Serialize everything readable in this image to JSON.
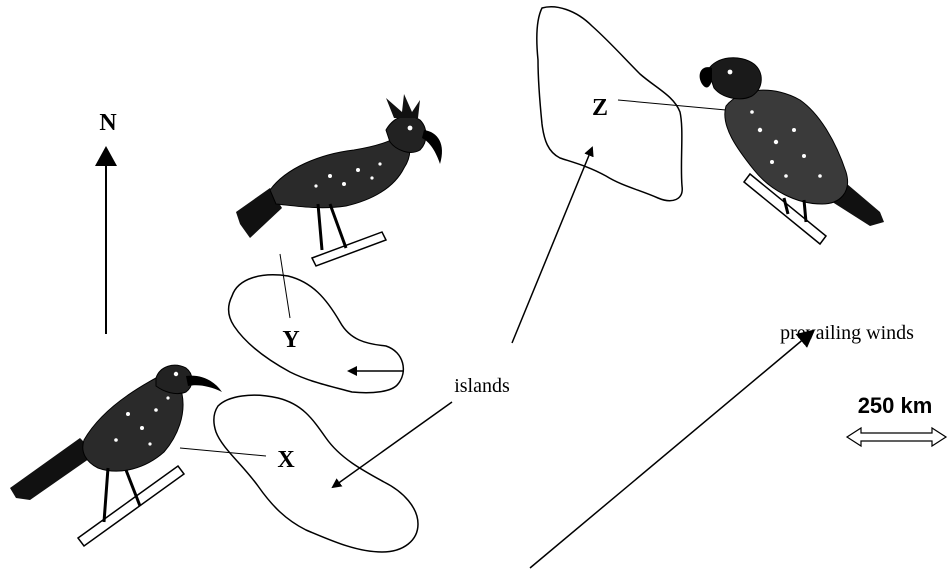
{
  "labels": {
    "north": "N",
    "island_x": "X",
    "island_y": "Y",
    "island_z": "Z",
    "islands": "islands",
    "prevailing_winds": "prevailing winds",
    "scale": "250 km"
  },
  "icons": [
    "north-arrow-icon",
    "bird-icon",
    "double-arrow-icon"
  ]
}
